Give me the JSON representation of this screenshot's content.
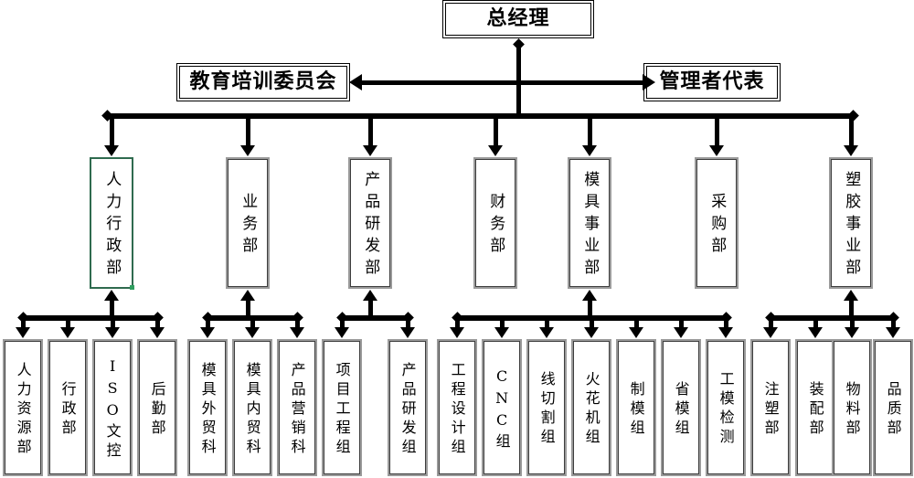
{
  "meta": {
    "title": "组织结构图",
    "type": "organization-chart",
    "accent_selected_border": "#2f6b4f",
    "box_border": "#9a9a9a",
    "line_color": "#000000",
    "background": "#ffffff"
  },
  "top": {
    "label": "总经理"
  },
  "staff": [
    {
      "id": "education-training-committee",
      "label": "教育培训委员会",
      "side": "left"
    },
    {
      "id": "management-representative",
      "label": "管理者代表",
      "side": "right"
    }
  ],
  "departments": [
    {
      "id": "hr-admin",
      "label": "人力行政部",
      "selected": true,
      "children": [
        "人力资源部",
        "行政部",
        "ISO文控",
        "后勤部"
      ]
    },
    {
      "id": "business",
      "label": "业务部",
      "selected": false,
      "children": [
        "模具外贸科",
        "模具内贸科",
        "产品营销科"
      ]
    },
    {
      "id": "product-rd",
      "label": "产品研发部",
      "selected": false,
      "children": [
        "项目工程组",
        "产品研发组"
      ]
    },
    {
      "id": "finance",
      "label": "财务部",
      "selected": false,
      "children": []
    },
    {
      "id": "mold-division",
      "label": "模具事业部",
      "selected": false,
      "children": [
        "工程设计组",
        "CNC组",
        "线切割组",
        "火花机组",
        "制模组",
        "省模组",
        "工模检测"
      ]
    },
    {
      "id": "purchasing",
      "label": "采购部",
      "selected": false,
      "children": []
    },
    {
      "id": "plastics-division",
      "label": "塑胶事业部",
      "selected": false,
      "children": [
        "注塑部",
        "装配部",
        "物料部",
        "品质部"
      ]
    }
  ],
  "sub_departments": [
    {
      "id": "hr-resources",
      "label": "人力资源部"
    },
    {
      "id": "administration",
      "label": "行政部"
    },
    {
      "id": "iso-doc",
      "label": "ISO文控"
    },
    {
      "id": "logistics",
      "label": "后勤部"
    },
    {
      "id": "mold-export",
      "label": "模具外贸科"
    },
    {
      "id": "mold-domestic",
      "label": "模具内贸科"
    },
    {
      "id": "product-sales",
      "label": "产品营销科"
    },
    {
      "id": "project-eng",
      "label": "项目工程组"
    },
    {
      "id": "product-dev",
      "label": "产品研发组"
    },
    {
      "id": "eng-design",
      "label": "工程设计组"
    },
    {
      "id": "cnc",
      "label": "CNC组"
    },
    {
      "id": "wire-cut",
      "label": "线切割组"
    },
    {
      "id": "edm",
      "label": "火花机组"
    },
    {
      "id": "mold-making",
      "label": "制模组"
    },
    {
      "id": "mold-polish",
      "label": "省模组"
    },
    {
      "id": "mold-inspect",
      "label": "工模检测"
    },
    {
      "id": "injection",
      "label": "注塑部"
    },
    {
      "id": "assembly",
      "label": "装配部"
    },
    {
      "id": "material",
      "label": "物料部"
    },
    {
      "id": "quality",
      "label": "品质部"
    }
  ]
}
